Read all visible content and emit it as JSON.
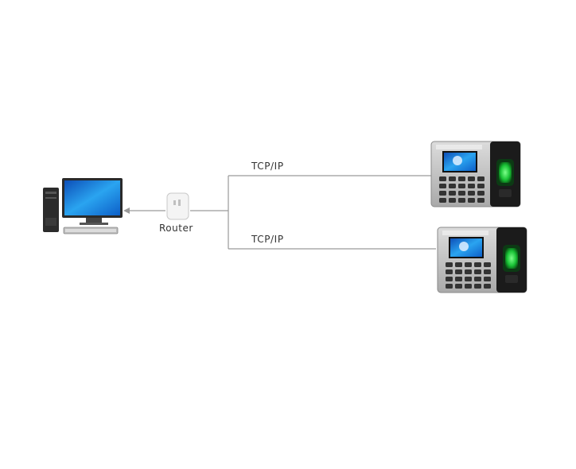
{
  "labels": {
    "router": "Router",
    "link_top": "TCP/IP",
    "link_bottom": "TCP/IP"
  },
  "icons": [
    "desktop-computer-icon",
    "router-icon",
    "time-attendance-terminal-icon"
  ],
  "colors": {
    "line": "#9a9a9a",
    "monitor_screen": "#1a8fe0",
    "terminal_body": "#c9c9c9",
    "fingerprint_glow": "#3cff5a"
  }
}
